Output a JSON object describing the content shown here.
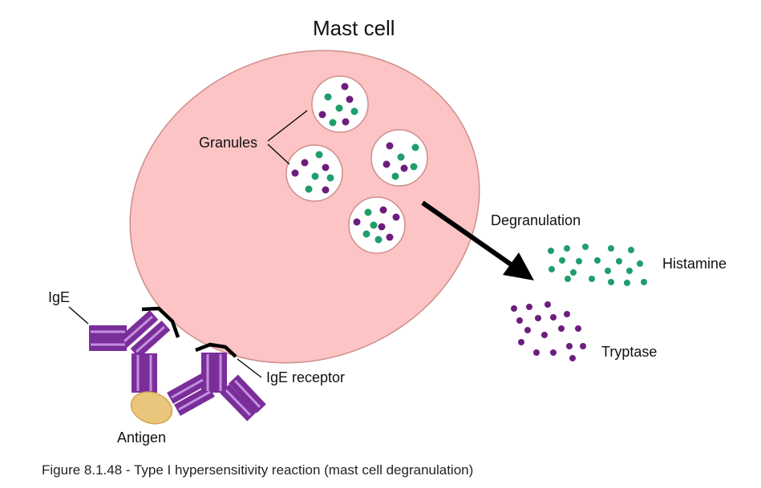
{
  "title": "Mast cell",
  "labels": {
    "granules": "Granules",
    "degranulation": "Degranulation",
    "histamine": "Histamine",
    "tryptase": "Tryptase",
    "ige": "IgE",
    "ige_receptor": "IgE receptor",
    "antigen": "Antigen"
  },
  "caption": "Figure 8.1.48 - Type I hypersensitivity reaction (mast cell degranulation)",
  "colors": {
    "cell_fill": "#fcc4c4",
    "cell_stroke": "#cf8d8d",
    "histamine": "#1e9e6b",
    "tryptase": "#6d1d7d",
    "antibody": "#7a2e9a",
    "antibody_light": "#c490e0",
    "antigen": "#e8c67c",
    "receptor": "#000000"
  }
}
